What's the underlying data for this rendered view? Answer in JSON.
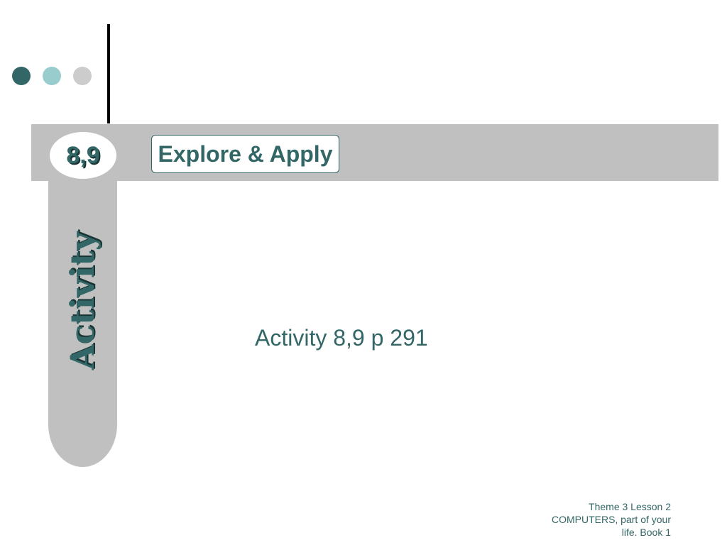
{
  "slide": {
    "number_badge": "8,9",
    "title": "Explore & Apply",
    "side_label": "Activity",
    "body": "Activity 8,9 p 291",
    "footer_lines": [
      "Theme 3 Lesson 2",
      "COMPUTERS, part of your",
      "life. Book 1"
    ]
  },
  "colors": {
    "accent": "#336666",
    "light_accent": "#99cccc",
    "gray": "#c0c0c0",
    "light_gray": "#cccccc"
  }
}
